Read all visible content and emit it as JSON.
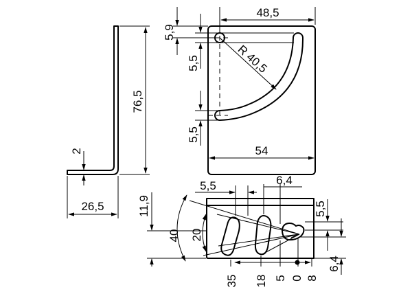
{
  "dimensions": {
    "side_height": "76,5",
    "side_thickness": "2",
    "side_leg": "26,5",
    "front_width": "48,5",
    "front_hole_offset": "5,9",
    "front_slot_top_width": "5,5",
    "front_slot_bottom_width": "5,5",
    "front_radius": "R 40,5",
    "front_base": "54",
    "top_slot_width": "5,5",
    "top_hole_dia": "6,4",
    "top_depth": "11,9",
    "top_angle_outer": "40",
    "top_angle_inner": "20",
    "top_right_width": "5,5",
    "top_right_depth": "6,4",
    "bottom_angle_35": "35",
    "bottom_angle_18": "18",
    "bottom_angle_5": "5",
    "bottom_angle_0": "0",
    "bottom_angle_8": "8"
  }
}
